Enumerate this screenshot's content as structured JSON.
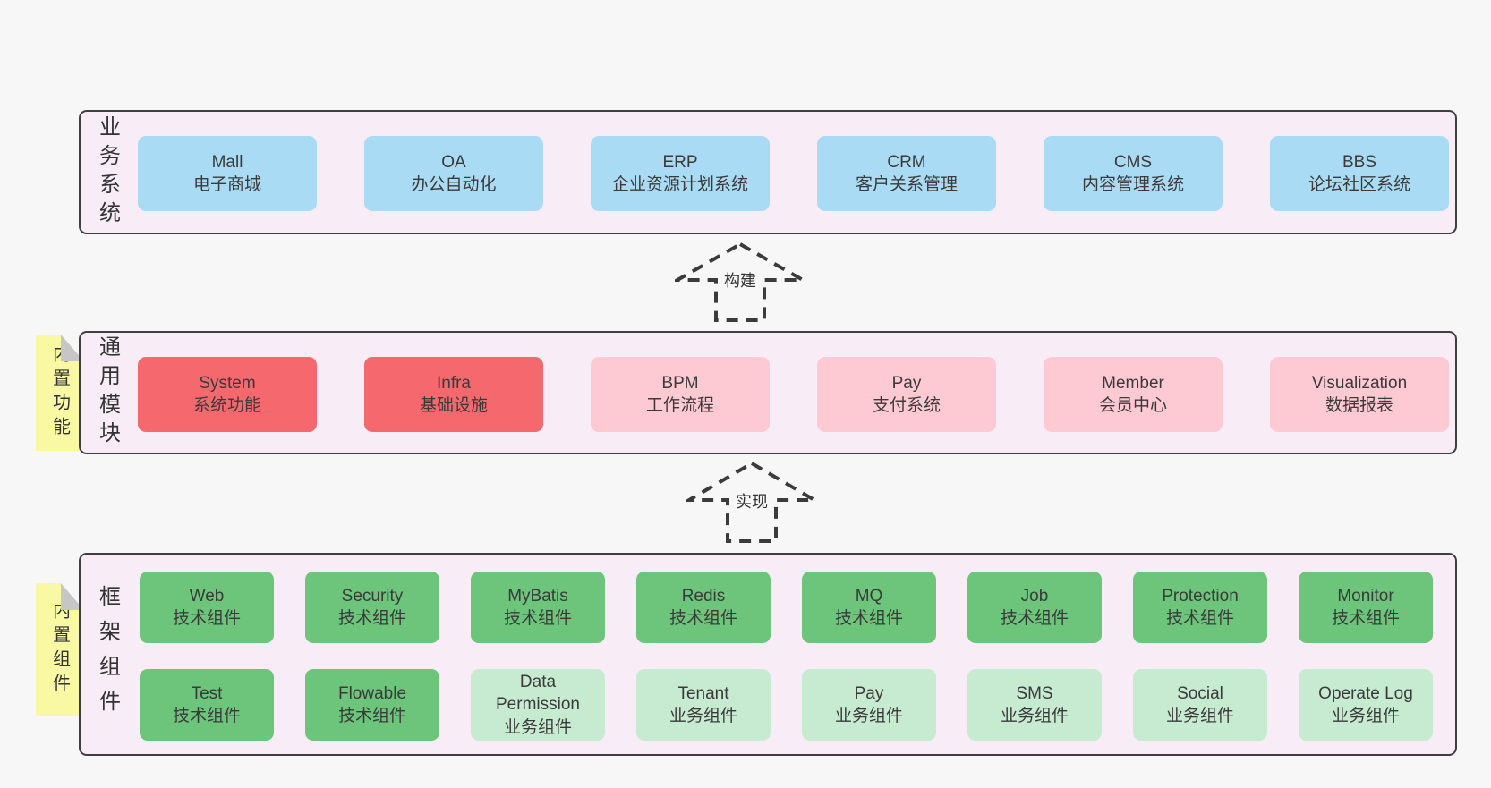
{
  "colors": {
    "blue": "#a9dbf4",
    "red": "#f5696e",
    "pink": "#fdc9d3",
    "green": "#6cc57a",
    "lightGreen": "#c7ebd1",
    "noteYellow": "#f9f9a3",
    "noteFold": "#c6c6c6",
    "panelBg": "#f8edf6",
    "panelBorder": "#3f3f3f",
    "arrowStroke": "#3b3b3b",
    "text": "#3a3a3a",
    "pageBg": "#f8f7f8"
  },
  "sections": {
    "business": {
      "label": "业务系统",
      "items": [
        {
          "name": "Mall",
          "desc": "电子商城"
        },
        {
          "name": "OA",
          "desc": "办公自动化"
        },
        {
          "name": "ERP",
          "desc": "企业资源计划系统"
        },
        {
          "name": "CRM",
          "desc": "客户关系管理"
        },
        {
          "name": "CMS",
          "desc": "内容管理系统"
        },
        {
          "name": "BBS",
          "desc": "论坛社区系统"
        }
      ]
    },
    "modules": {
      "label": "通用模块",
      "note": "内置功能",
      "items": [
        {
          "name": "System",
          "desc": "系统功能"
        },
        {
          "name": "Infra",
          "desc": "基础设施"
        },
        {
          "name": "BPM",
          "desc": "工作流程"
        },
        {
          "name": "Pay",
          "desc": "支付系统"
        },
        {
          "name": "Member",
          "desc": "会员中心"
        },
        {
          "name": "Visualization",
          "desc": "数据报表"
        }
      ]
    },
    "components": {
      "label": "框架组件",
      "note": "内置组件",
      "row1": [
        {
          "name": "Web",
          "desc": "技术组件"
        },
        {
          "name": "Security",
          "desc": "技术组件"
        },
        {
          "name": "MyBatis",
          "desc": "技术组件"
        },
        {
          "name": "Redis",
          "desc": "技术组件"
        },
        {
          "name": "MQ",
          "desc": "技术组件"
        },
        {
          "name": "Job",
          "desc": "技术组件"
        },
        {
          "name": "Protection",
          "desc": "技术组件"
        },
        {
          "name": "Monitor",
          "desc": "技术组件"
        }
      ],
      "row2": [
        {
          "name": "Test",
          "desc": "技术组件"
        },
        {
          "name": "Flowable",
          "desc": "技术组件"
        },
        {
          "name": "Data Permission",
          "desc": "业务组件"
        },
        {
          "name": "Tenant",
          "desc": "业务组件"
        },
        {
          "name": "Pay",
          "desc": "业务组件"
        },
        {
          "name": "SMS",
          "desc": "业务组件"
        },
        {
          "name": "Social",
          "desc": "业务组件"
        },
        {
          "name": "Operate Log",
          "desc": "业务组件"
        }
      ]
    }
  },
  "arrows": {
    "build": {
      "label": "构建"
    },
    "implement": {
      "label": "实现"
    }
  }
}
